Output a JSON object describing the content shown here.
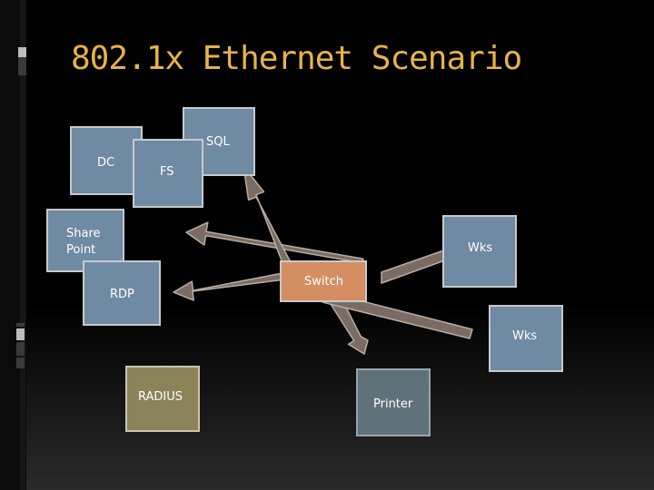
{
  "title": "802.1x Ethernet Scenario",
  "nodes": {
    "sql": "SQL",
    "dc": "DC",
    "fs": "FS",
    "sharepoint_line1": "Share",
    "sharepoint_line2": "Point",
    "wks_top": "Wks",
    "switch": "Switch",
    "rdp": "RDP",
    "wks_bottom": "Wks",
    "radius": "RADIUS",
    "printer": "Printer"
  },
  "colors": {
    "title": "#e8b24a",
    "server_box": "#6f8aa3",
    "radius_box": "#8b8458",
    "printer_box": "#5f7179",
    "switch_box": "#d48e62",
    "arrow": "#7a6c62"
  }
}
